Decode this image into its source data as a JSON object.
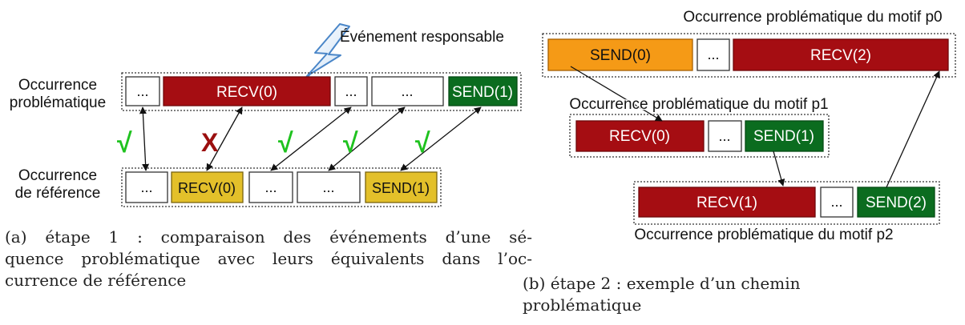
{
  "panel_a": {
    "annotation": "Événement responsable",
    "problem_label_line1": "Occurrence",
    "problem_label_line2": "problématique",
    "reference_label_line1": "Occurrence",
    "reference_label_line2": "de référence",
    "top_row": {
      "ellipsis_1": "...",
      "recv0": "RECV(0)",
      "ellipsis_2": "...",
      "ellipsis_3": "...",
      "send1": "SEND(1)"
    },
    "bottom_row": {
      "ellipsis_1": "...",
      "recv0": "RECV(0)",
      "ellipsis_2": "...",
      "ellipsis_3": "...",
      "send1": "SEND(1)"
    },
    "marks": {
      "match": "√",
      "mismatch": "X"
    },
    "caption_line1": "(a) étape 1 : comparaison des événements d’une sé-",
    "caption_line2": "quence problématique avec leurs équivalents dans l’oc-",
    "caption_line3": "currence de référence"
  },
  "panel_b": {
    "title_p0": "Occurrence problématique du motif p0",
    "title_p1": "Occurrence problématique du motif p1",
    "title_p2": "Occurrence problématique du motif p2",
    "p0": {
      "send0": "SEND(0)",
      "ellipsis": "...",
      "recv2": "RECV(2)"
    },
    "p1": {
      "recv0": "RECV(0)",
      "ellipsis": "...",
      "send1": "SEND(1)"
    },
    "p2": {
      "recv1": "RECV(1)",
      "ellipsis": "...",
      "send2": "SEND(2)"
    },
    "caption_line1": "(b) étape 2 : exemple d’un chemin",
    "caption_line2": "problématique"
  },
  "colors": {
    "dark_red": "#a50d12",
    "dark_green": "#0b6c1f",
    "gold": "#e3c02a",
    "orange": "#f59a16",
    "check_green": "#1fc21f",
    "cross_red": "#9b0f0f",
    "bolt_blue": "#4a86c8"
  }
}
